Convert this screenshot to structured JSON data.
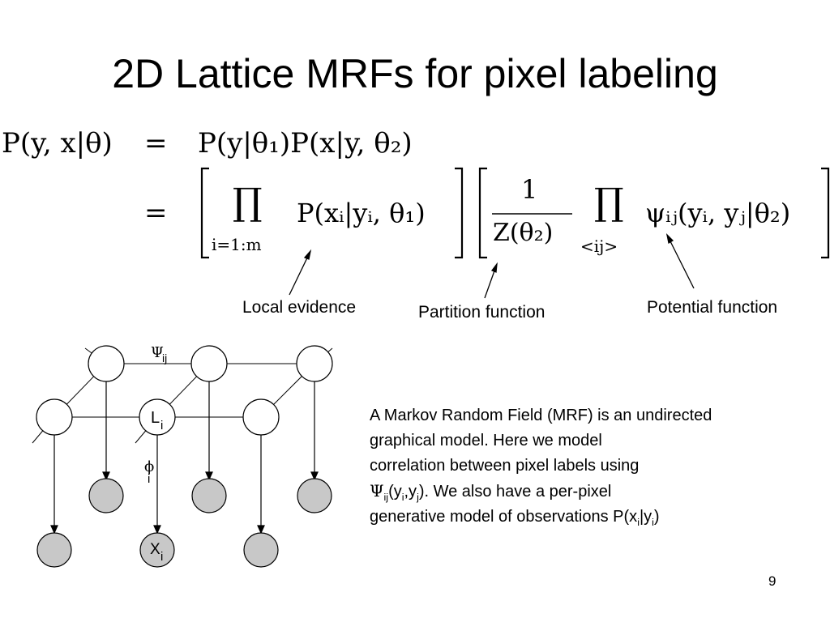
{
  "slide": {
    "title": "2D Lattice MRFs for pixel labeling",
    "page_number": "9"
  },
  "equation": {
    "lhs": "P(y, x|θ)",
    "equals": "=",
    "line1_rhs": "P(y|θ₁)P(x|y, θ₂)",
    "product_symbol": "∏",
    "product1_limit": "i=1:m",
    "term_local": "P(xᵢ|yᵢ, θ₁)",
    "fraction_numerator": "1",
    "fraction_denominator": "Z(θ₂)",
    "product2_limit": "<ij>",
    "term_potential": "ψᵢⱼ(yᵢ, yⱼ|θ₂)"
  },
  "annotations": {
    "local_evidence": "Local evidence",
    "partition_function": "Partition function",
    "potential_function": "Potential function"
  },
  "graph": {
    "psi_label": "Ψ",
    "psi_sub": "ij",
    "label_node": "L",
    "label_node_sub": "i",
    "phi_label": "ϕ",
    "phi_sub": "i",
    "obs_node": "X",
    "obs_node_sub": "i",
    "hidden_fill": "#ffffff",
    "observed_fill": "#c8c8c8"
  },
  "description": {
    "line1": "A Markov Random Field (MRF) is an undirected",
    "line2": "graphical model. Here we model",
    "line3": "correlation between pixel labels using",
    "line4_psi": "Ψ",
    "line4_sub_ij": "ij",
    "line4_paren_open": "(y",
    "line4_sub_i": "i",
    "line4_comma": ",y",
    "line4_sub_j": "j",
    "line4_rest": "). We also have a per-pixel",
    "line5_text": "generative model of observations P(x",
    "line5_sub_i1": "i",
    "line5_bar": "|y",
    "line5_sub_i2": "i",
    "line5_close": ")"
  }
}
